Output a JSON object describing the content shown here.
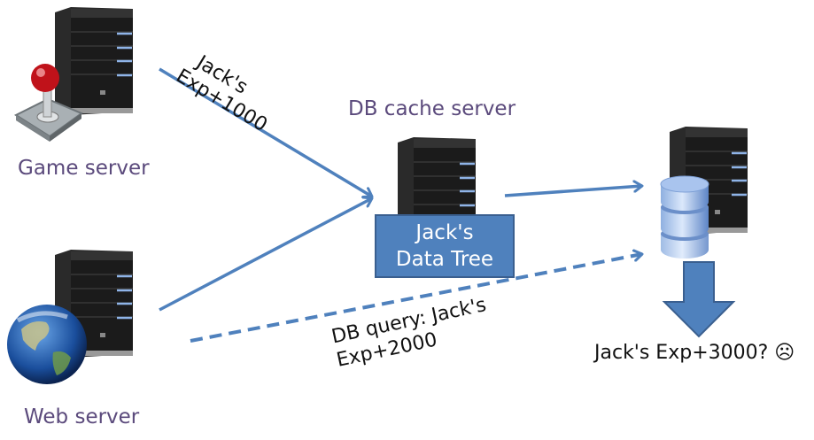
{
  "diagram": {
    "nodes": {
      "game_server": {
        "label": "Game server",
        "icon": "joystick-icon"
      },
      "web_server": {
        "label": "Web server",
        "icon": "globe-icon"
      },
      "cache_server": {
        "label": "DB cache server",
        "box_line1": "Jack's",
        "box_line2": "Data Tree"
      },
      "database": {
        "icon": "database-icon"
      }
    },
    "edges": {
      "game_to_cache": {
        "line1": "Jack's",
        "line2": "Exp+1000",
        "style": "solid"
      },
      "web_to_cache": {
        "style": "solid"
      },
      "cache_to_db": {
        "style": "solid"
      },
      "web_to_db": {
        "line1": "DB query: Jack's",
        "line2": "Exp+2000",
        "style": "dashed"
      }
    },
    "result": {
      "text": "Jack's Exp+3000? ☹"
    },
    "colors": {
      "arrow": "#4f81bd",
      "label": "#5b4a7c",
      "box_fill": "#4f81bd",
      "box_border": "#3a5f8f"
    }
  }
}
